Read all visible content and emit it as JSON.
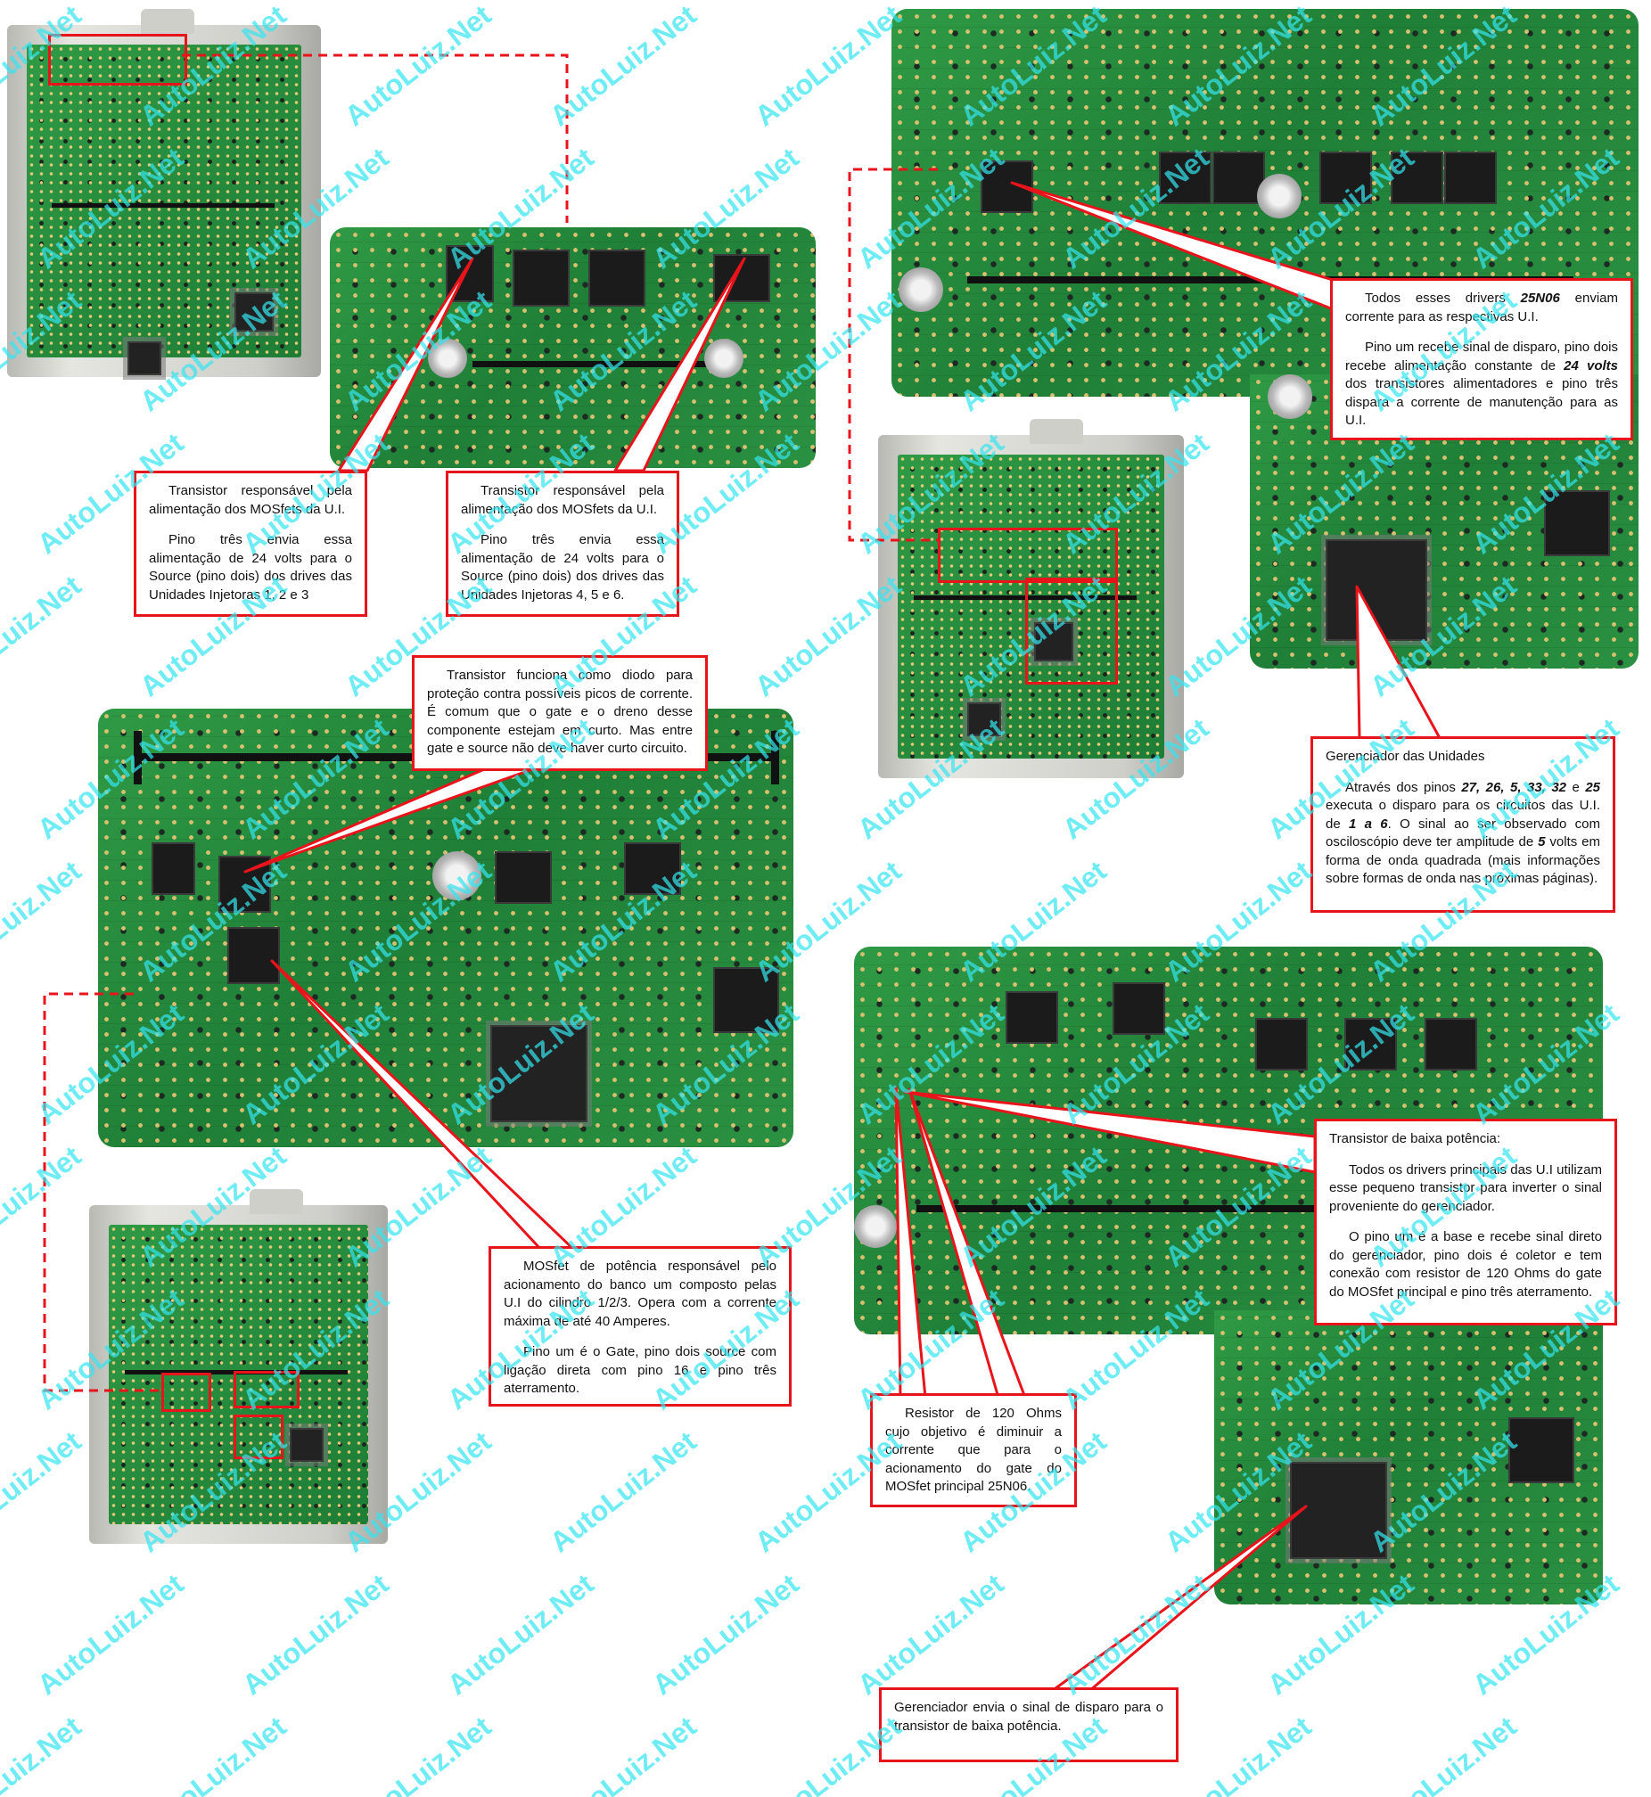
{
  "watermark": "AutoLuiz.Net",
  "colors": {
    "callout_border": "#e8141b",
    "watermark": "#35e5f0",
    "pcb": "#2a8f40"
  },
  "callouts": {
    "tr_ui_123": {
      "p1": "Transistor responsável pela alimentação dos MOSfets da U.I.",
      "p2": "Pino três envia essa alimentação de 24 volts para o Source (pino dois) dos drives das Unidades Injetoras 1, 2 e 3"
    },
    "tr_ui_456": {
      "p1": "Transistor responsável pela alimentação dos MOSfets da U.I.",
      "p2": "Pino três envia essa alimentação de 24 volts para o Source (pino dois) dos drives das Unidades Injetoras 4, 5 e 6."
    },
    "drivers_25n06": {
      "p1_a": "Todos esses drivers ",
      "p1_b": "25N06",
      "p1_c": " enviam corrente para as respectivas U.I.",
      "p2_a": "Pino um recebe sinal de disparo, pino dois recebe alimentação constante de ",
      "p2_b": "24 volts",
      "p2_c": " dos transistores alimentadores e pino três dispara a corrente de manutenção para as U.I."
    },
    "gerenciador": {
      "title": "Gerenciador das Unidades",
      "t1": "Através dos pinos ",
      "b1": "27, 26, 5, 33, 32",
      "t2": " e ",
      "b2": "25",
      "t3": " executa o disparo para os circuitos das U.I. de ",
      "b3": "1 a 6",
      "t4": ". O sinal ao ser observado com osciloscópio deve ter amplitude de ",
      "b4": "5",
      "t5": " volts em forma de onda quadrada (mais informações sobre formas de onda nas próximas páginas)."
    },
    "diodo": {
      "text": "Transistor funciona como diodo para proteção contra possíveis picos de corrente. É comum que o gate e o dreno desse componente estejam em curto. Mas entre gate e source não deve haver curto circuito."
    },
    "mosfet_potencia": {
      "p1": "MOSfet de potência responsável pelo acionamento do banco um composto pelas U.I do cilindro 1/2/3. Opera com a corrente máxima de até 40 Amperes.",
      "p2": "Pino um é o Gate, pino dois source com ligação direta com pino 16 e pino três aterramento."
    },
    "baixa_potencia": {
      "title": "Transistor de baixa potência:",
      "p1": "Todos os drivers principais das U.I utilizam esse pequeno transistor para inverter o sinal proveniente do gerenciador.",
      "p2": "O pino um é a base e recebe sinal direto do gerenciador, pino dois é coletor e tem conexão com resistor de 120 Ohms do gate do MOSfet principal e pino três aterramento."
    },
    "resistor": {
      "text": "Resistor de 120 Ohms cujo objetivo é diminuir a corrente que para o acionamento do gate do MOSfet principal 25N06."
    },
    "gerenciador_envia": {
      "text": "Gerenciador envia o sinal de disparo para o transistor de baixa potência."
    }
  }
}
